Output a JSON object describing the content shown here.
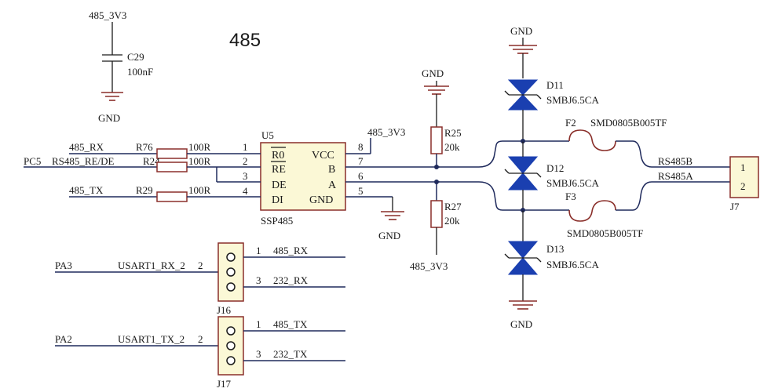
{
  "title": "485",
  "net_485_3v3": "485_3V3",
  "net_gnd": "GND",
  "c29": {
    "ref": "C29",
    "value": "100nF"
  },
  "u5": {
    "ref": "U5",
    "part": "SSP485",
    "left_pins": [
      {
        "num": "1",
        "name": "R0"
      },
      {
        "num": "2",
        "name": "RE"
      },
      {
        "num": "3",
        "name": "DE"
      },
      {
        "num": "4",
        "name": "DI"
      }
    ],
    "right_pins": [
      {
        "num": "8",
        "name": "VCC"
      },
      {
        "num": "7",
        "name": "B"
      },
      {
        "num": "6",
        "name": "A"
      },
      {
        "num": "5",
        "name": "GND"
      }
    ]
  },
  "nets_left": {
    "rx": "485_RX",
    "pc5": "PC5",
    "re_de": "RS485_RE/DE",
    "tx": "485_TX"
  },
  "r76": {
    "ref": "R76",
    "value": "100R"
  },
  "r24": {
    "ref": "R24",
    "value": "100R"
  },
  "r29": {
    "ref": "R29",
    "value": "100R"
  },
  "r25": {
    "ref": "R25",
    "value": "20k"
  },
  "r27": {
    "ref": "R27",
    "value": "20k"
  },
  "d11": {
    "ref": "D11",
    "part": "SMBJ6.5CA"
  },
  "d12": {
    "ref": "D12",
    "part": "SMBJ6.5CA"
  },
  "d13": {
    "ref": "D13",
    "part": "SMBJ6.5CA"
  },
  "f2": {
    "ref": "F2",
    "part": "SMD0805B005TF"
  },
  "f3": {
    "ref": "F3",
    "part": "SMD0805B005TF"
  },
  "j7": {
    "ref": "J7",
    "pin1": "1",
    "pin2": "2",
    "net_b": "RS485B",
    "net_a": "RS485A"
  },
  "j16": {
    "ref": "J16",
    "port": "PA3",
    "net": "USART1_RX_2",
    "pin_2": "2",
    "pin1_num": "1",
    "pin1_net": "485_RX",
    "pin3_num": "3",
    "pin3_net": "232_RX"
  },
  "j17": {
    "ref": "J17",
    "port": "PA2",
    "net": "USART1_TX_2",
    "pin_2": "2",
    "pin1_num": "1",
    "pin1_net": "485_TX",
    "pin3_num": "3",
    "pin3_net": "232_TX"
  }
}
